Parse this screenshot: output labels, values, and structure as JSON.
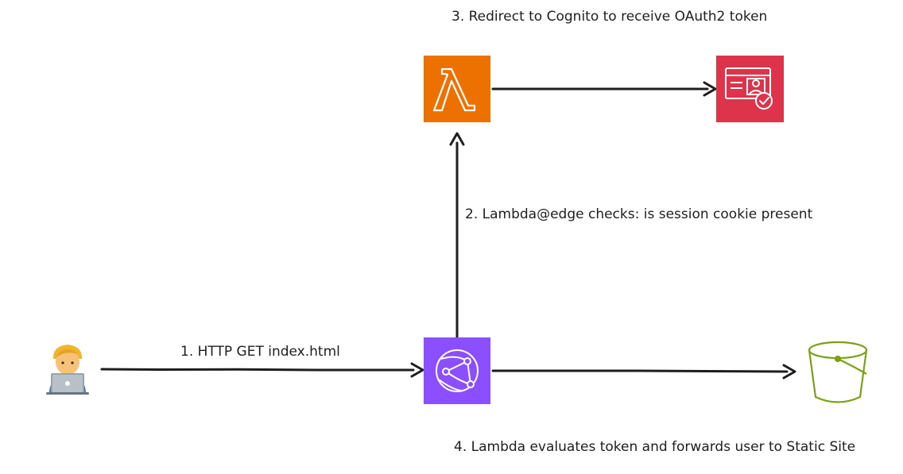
{
  "labels": {
    "step1": "1. HTTP GET index.html",
    "step2": "2. Lambda@edge checks: is session cookie present",
    "step3": "3. Redirect to Cognito to receive OAuth2 token",
    "step4": "4. Lambda evaluates token and forwards user to Static Site"
  },
  "nodes": {
    "user": {
      "icon": "user-at-laptop-icon"
    },
    "cloudfront": {
      "icon": "cloudfront-icon",
      "color": "#8c4fff"
    },
    "lambda": {
      "icon": "lambda-icon",
      "color": "#ed7100"
    },
    "cognito": {
      "icon": "cognito-icon",
      "color": "#dd344c"
    },
    "s3": {
      "icon": "s3-bucket-icon",
      "color": "#7aa116"
    }
  },
  "colors": {
    "arrow": "#1e1e1e",
    "text": "#1e1e1e"
  }
}
